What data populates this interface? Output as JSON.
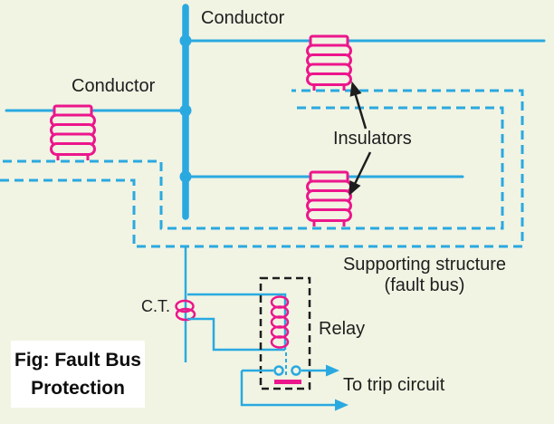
{
  "figure": {
    "caption_line1": "Fig: Fault Bus",
    "caption_line2": "Protection"
  },
  "labels": {
    "conductor_top": "Conductor",
    "conductor_left": "Conductor",
    "insulators": "Insulators",
    "supporting_structure_line1": "Supporting structure",
    "supporting_structure_line2": "(fault bus)",
    "ct": "C.T.",
    "relay": "Relay",
    "to_trip_circuit": "To trip circuit"
  },
  "colors": {
    "background": "#F1F4E3",
    "conductor_cyan": "#2AA9E0",
    "insulator_magenta": "#EC168C",
    "structure_dashed_cyan": "#2AA9E0",
    "relay_box_black": "#1E1E1E",
    "text_black": "#1E1E1E",
    "caption_background": "#FFFFFF"
  },
  "components": {
    "bus_bar": "vertical thick bus",
    "conductors": 3,
    "insulators": 3,
    "current_transformer": "C.T. on structure earth lead",
    "relay": "coil with contacts in dashed box",
    "trip_arrows": 2
  }
}
